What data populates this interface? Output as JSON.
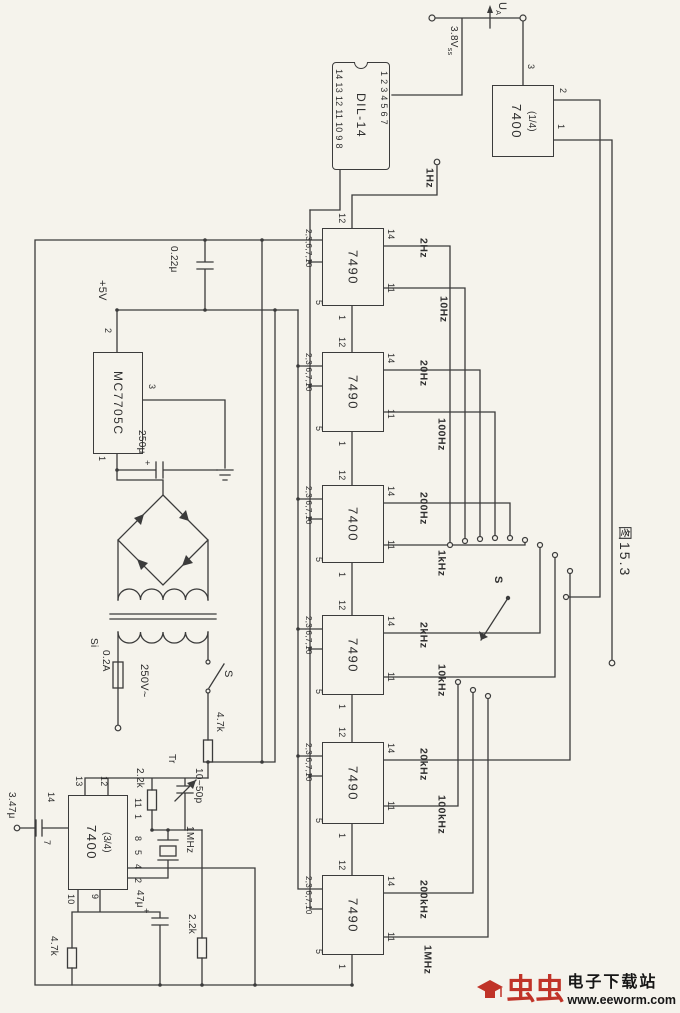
{
  "figure_caption": "图15.3",
  "supply": {
    "ua_main": "U",
    "ua_sub": "A",
    "vss_main": "3.8V",
    "vss_sub": "ss"
  },
  "gate": {
    "name": "7400",
    "fraction": "(1/4)",
    "pin_top": "3",
    "pin_out_a": "2",
    "pin_out_b": "1"
  },
  "dil": {
    "name": "DIL-14",
    "pins_row_a": "14 13 12 11 10 9 8",
    "pins_row_b": "1 2 3 4 5 6 7"
  },
  "dividers": [
    {
      "name": "7490",
      "pin_top": "12",
      "pin_out_a": "14",
      "pin_out_b": "11",
      "pin_bottom": "1",
      "pins_ctrl": "2,3,6,7,10",
      "pin_vcc": "5"
    },
    {
      "name": "7490",
      "pin_top": "12",
      "pin_out_a": "14",
      "pin_out_b": "11",
      "pin_bottom": "1",
      "pins_ctrl": "2,3,6,7,10",
      "pin_vcc": "5"
    },
    {
      "name": "7400",
      "pin_top": "12",
      "pin_out_a": "14",
      "pin_out_b": "11",
      "pin_bottom": "1",
      "pins_ctrl": "2,3,6,7,10",
      "pin_vcc": "5"
    },
    {
      "name": "7490",
      "pin_top": "12",
      "pin_out_a": "14",
      "pin_out_b": "11",
      "pin_bottom": "1",
      "pins_ctrl": "2,3,6,7,10",
      "pin_vcc": "5"
    },
    {
      "name": "7490",
      "pin_top": "12",
      "pin_out_a": "14",
      "pin_out_b": "11",
      "pin_bottom": "1",
      "pins_ctrl": "2,3,6,7,10",
      "pin_vcc": "5"
    },
    {
      "name": "7490",
      "pin_top": "12",
      "pin_out_a": "14",
      "pin_out_b": "11",
      "pin_bottom": "1",
      "pins_ctrl": "2,3,6,7,10",
      "pin_vcc": "5"
    }
  ],
  "frequencies": [
    "1Hz",
    "2Hz",
    "10Hz",
    "20Hz",
    "100Hz",
    "200Hz",
    "1kHz",
    "2kHz",
    "10kHz",
    "20kHz",
    "100kHz",
    "200kHz",
    "1MHz"
  ],
  "regulator": {
    "name": "MC7705C",
    "rail": "+5V",
    "pin_in": "2",
    "pin_gnd": "3",
    "pin_out": "1",
    "cap_in": "0.22μ",
    "cap_out": "250μ",
    "cap_out_polarity": "+"
  },
  "mains": {
    "fuse_type": "Si",
    "fuse_rating": "0.2A",
    "voltage": "250V~",
    "switch": "S",
    "series_resistor": "4.7k"
  },
  "oscillator": {
    "ic": "7400",
    "fraction": "(3/4)",
    "pins_top": [
      "13",
      "12"
    ],
    "pins_left": [
      "14",
      "7"
    ],
    "pins_right": [
      "11",
      "1",
      "8",
      "5",
      "4",
      "2"
    ],
    "pins_bottom": [
      "10",
      "9"
    ],
    "feedback_resistor": "2.2k",
    "trimmer_label": "Tr",
    "trimmer_range": "10~50p",
    "crystal": "1MHz",
    "input_cap": "3.47μ",
    "bypass_cap": "47μ",
    "bypass_polarity": "+",
    "emitter_resistor": "2.2k",
    "base_resistor": "4.7k"
  },
  "selector": {
    "label": "S"
  },
  "watermark": {
    "brand": "虫虫",
    "site": "电子下载站",
    "url": "www.eeworm.com"
  }
}
